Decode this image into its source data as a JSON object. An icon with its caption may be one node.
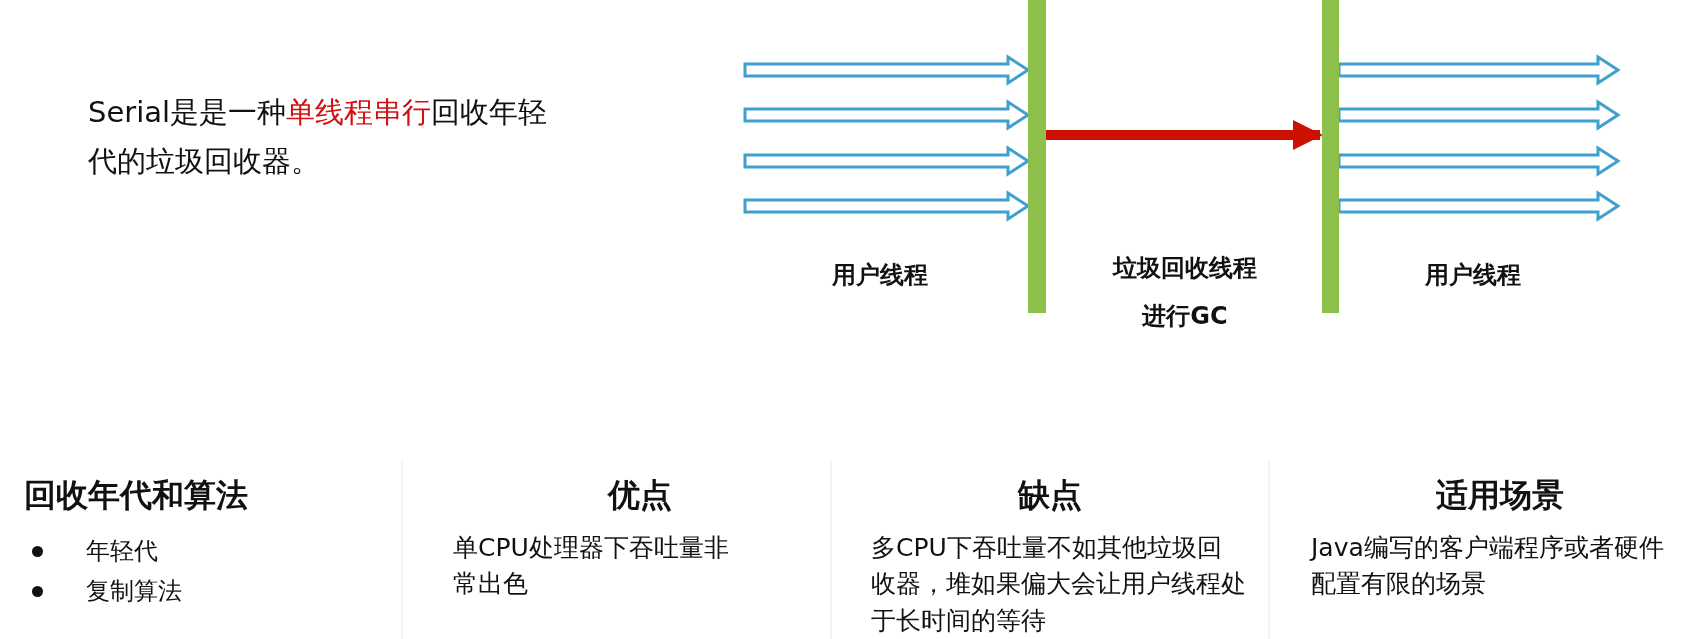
{
  "diagram": {
    "nodes": [
      {
        "text": [],
        "shape": "bar"
      },
      {
        "text": [],
        "shape": "bar"
      }
    ],
    "edges": [
      {
        "from": null,
        "to": 0,
        "arrow": "to"
      },
      {
        "from": null,
        "to": 0,
        "arrow": "to"
      },
      {
        "from": null,
        "to": 0,
        "arrow": "to"
      },
      {
        "from": null,
        "to": 0,
        "arrow": "to"
      },
      {
        "from": 0,
        "to": 1,
        "arrow": "to",
        "color": "#cc1100"
      },
      {
        "from": 1,
        "to": null,
        "arrow": "to"
      },
      {
        "from": 1,
        "to": null,
        "arrow": "to"
      },
      {
        "from": 1,
        "to": null,
        "arrow": "to"
      },
      {
        "from": 1,
        "to": null,
        "arrow": "to"
      }
    ],
    "labels": [
      "Serial是是一种**单线程串行**回收年轻代的垃圾回收器。",
      "用户线程",
      "垃圾回收线程进行GC",
      "用户线程",
      "回收年代和算法",
      "优点",
      "缺点",
      "适用场景",
      "年轻代",
      "复制算法",
      "单CPU处理器下吞吐量非常出色",
      "多CPU下吞吐量不如其他垃圾回收器，堆如果偏大会让用户线程处于长时间的等待",
      "Java编写的客户端程序或者硬件配置有限的场景"
    ]
  }
}
